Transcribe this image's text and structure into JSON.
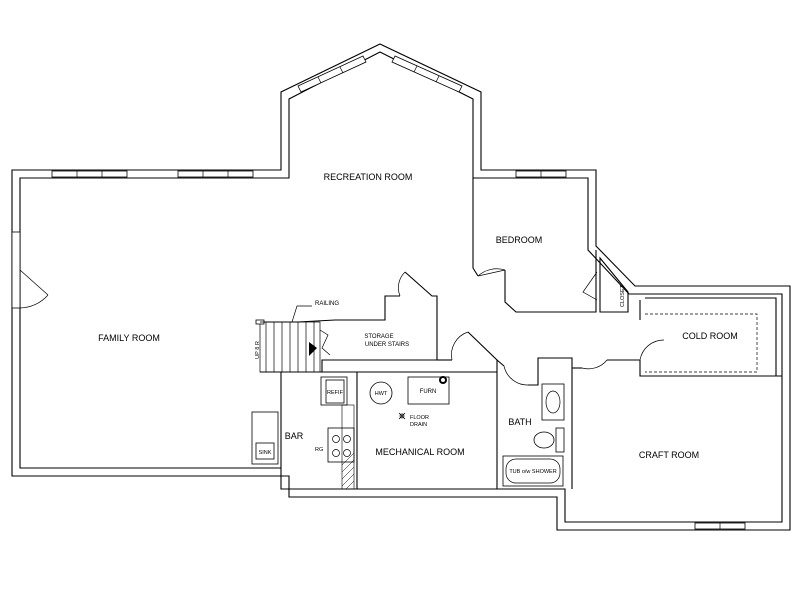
{
  "rooms": {
    "recreation": "RECREATION ROOM",
    "bedroom": "BEDROOM",
    "family": "FAMILY ROOM",
    "storage_line1": "STORAGE",
    "storage_line2": "UNDER STAIRS",
    "cold": "COLD ROOM",
    "mechanical": "MECHANICAL ROOM",
    "bath": "BATH",
    "craft": "CRAFT ROOM",
    "bar": "BAR"
  },
  "fixtures": {
    "railing": "RAILING",
    "closet": "CLOSET",
    "up_label": "UP 8 R",
    "refrigerator": "REFIF",
    "range": "RG",
    "sink": "SINK",
    "water_heater": "HWT",
    "furnace": "FURN",
    "floor_drain_line1": "FLOOR",
    "floor_drain_line2": "DRAIN",
    "tub": "TUB o/w SHOWER"
  }
}
